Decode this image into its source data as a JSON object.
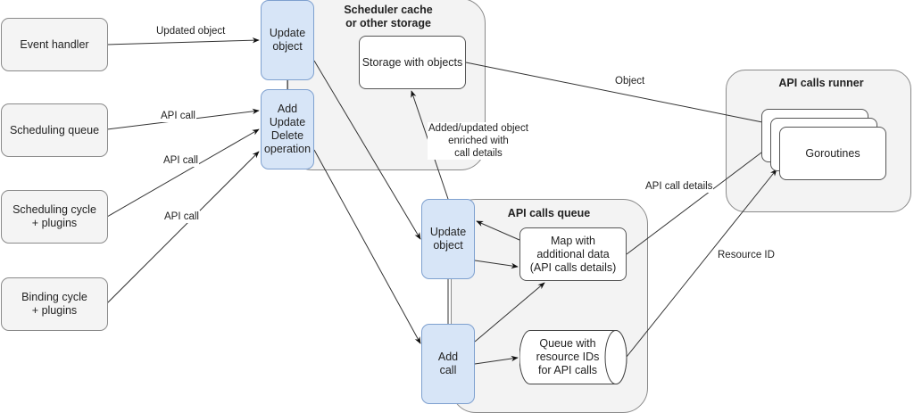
{
  "actors": {
    "event_handler": "Event handler",
    "scheduling_queue": "Scheduling queue",
    "scheduling_cycle": "Scheduling cycle\n+ plugins",
    "binding_cycle": "Binding cycle\n+ plugins"
  },
  "scheduler_cache": {
    "title": "Scheduler cache\nor other storage",
    "update_object": "Update\nobject",
    "add_update_delete": "Add\nUpdate\nDelete\noperation",
    "storage": "Storage with objects"
  },
  "api_calls_queue": {
    "title": "API calls queue",
    "update_object": "Update\nobject",
    "add_call": "Add\ncall",
    "map": "Map with\nadditional data\n(API calls details)",
    "queue": "Queue with\nresource IDs\nfor API calls"
  },
  "api_calls_runner": {
    "title": "API calls runner",
    "goroutines": "Goroutines"
  },
  "edge_labels": {
    "updated_object": "Updated object",
    "api_call_1": "API call",
    "api_call_2": "API call",
    "api_call_3": "API call",
    "added_updated": "Added/updated object\nenriched with\ncall details",
    "object": "Object",
    "api_call_details": "API call details",
    "resource_id": "Resource ID"
  },
  "colors": {
    "actor_fill": "#f4f4f4",
    "component_fill": "#d7e5f7",
    "component_stroke": "#7ea0cf",
    "container_fill": "#f3f3f3"
  }
}
